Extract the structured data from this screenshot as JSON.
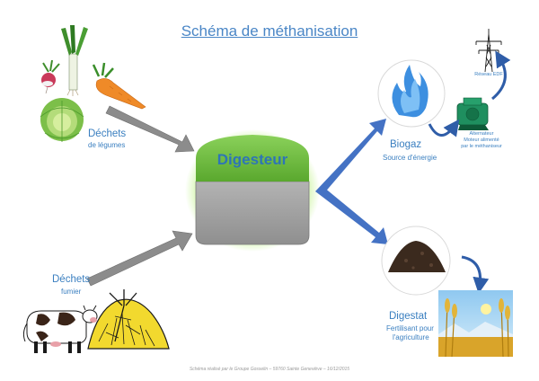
{
  "title": "Schéma de méthanisation",
  "digester": {
    "label": "Digesteur"
  },
  "inputs": {
    "vegetable": {
      "title": "Déchets",
      "subtitle": "de légumes"
    },
    "manure": {
      "title": "Déchets",
      "subtitle": "fumier"
    }
  },
  "outputs": {
    "biogas": {
      "title": "Biogaz",
      "subtitle": "Source d'énergie"
    },
    "digestate": {
      "title": "Digestat",
      "line1": "Fertilisant pour",
      "line2": "l'agriculture"
    },
    "grid": {
      "label": "Réseau EDF"
    },
    "alternator": {
      "line1": "Alternateur",
      "line2": "Moteur alimenté",
      "line3": "par le méthaniseur"
    }
  },
  "footer": "Schéma réalisé par le Groupe Gosselin – 59760 Sainte Geneviève – 16/12/2015",
  "colors": {
    "digester_top": "#6dbb3c",
    "digester_body": "#a6a6a6",
    "arrow_blue": "#4472c4",
    "arrow_gray": "#8c8c8c",
    "flame_blue": "#3d8fe0",
    "alternator_green": "#1f8f5f"
  }
}
